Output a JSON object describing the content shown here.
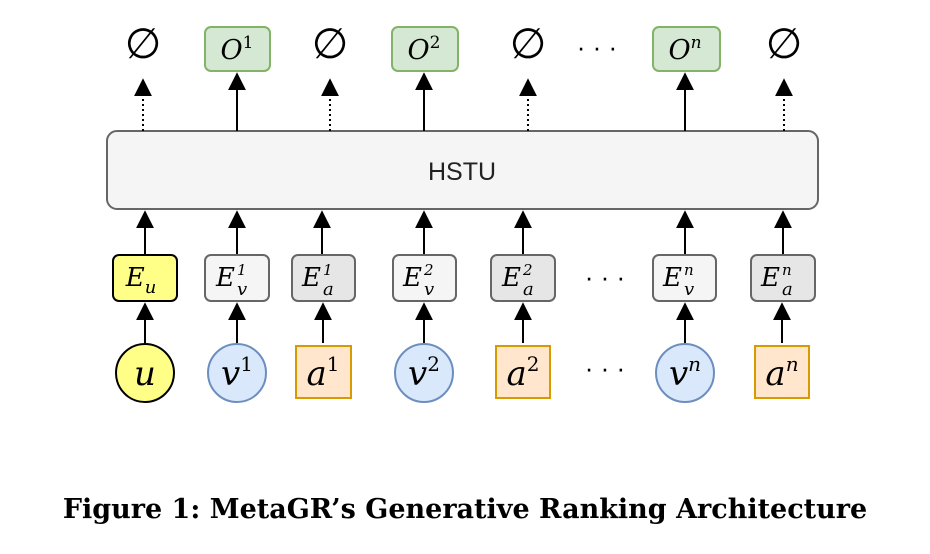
{
  "diagram": {
    "model_label": "HSTU",
    "empty_symbol": "∅",
    "ellipsis": "· · ·",
    "outputs": [
      {
        "base": "O",
        "sup": "1"
      },
      {
        "base": "O",
        "sup": "2"
      },
      {
        "base": "O",
        "sup": "n"
      }
    ],
    "embeddings": [
      {
        "base": "E",
        "sub": "u",
        "sup": ""
      },
      {
        "base": "E",
        "sub": "v",
        "sup": "1"
      },
      {
        "base": "E",
        "sub": "a",
        "sup": "1"
      },
      {
        "base": "E",
        "sub": "v",
        "sup": "2"
      },
      {
        "base": "E",
        "sub": "a",
        "sup": "2"
      },
      {
        "base": "E",
        "sub": "v",
        "sup": "n"
      },
      {
        "base": "E",
        "sub": "a",
        "sup": "n"
      }
    ],
    "inputs": [
      {
        "base": "u",
        "sup": ""
      },
      {
        "base": "v",
        "sup": "1"
      },
      {
        "base": "a",
        "sup": "1"
      },
      {
        "base": "v",
        "sup": "2"
      },
      {
        "base": "a",
        "sup": "2"
      },
      {
        "base": "v",
        "sup": "n"
      },
      {
        "base": "a",
        "sup": "n"
      }
    ],
    "colors": {
      "output_fill": "#d5e8d4",
      "output_stroke": "#82b366",
      "user_fill": "#ffff88",
      "user_stroke": "#000000",
      "item_fill": "#dae8fc",
      "item_stroke": "#6c8ebf",
      "action_fill": "#ffe6cc",
      "action_stroke": "#d79b00",
      "emb_user_fill": "#ffff88",
      "emb_item_fill": "#f5f5f5",
      "emb_action_fill": "#e6e6e6",
      "emb_stroke": "#666666",
      "hstu_fill": "#f5f5f5",
      "hstu_stroke": "#666666"
    }
  },
  "caption": "Figure 1: MetaGR’s Generative Ranking Architecture"
}
